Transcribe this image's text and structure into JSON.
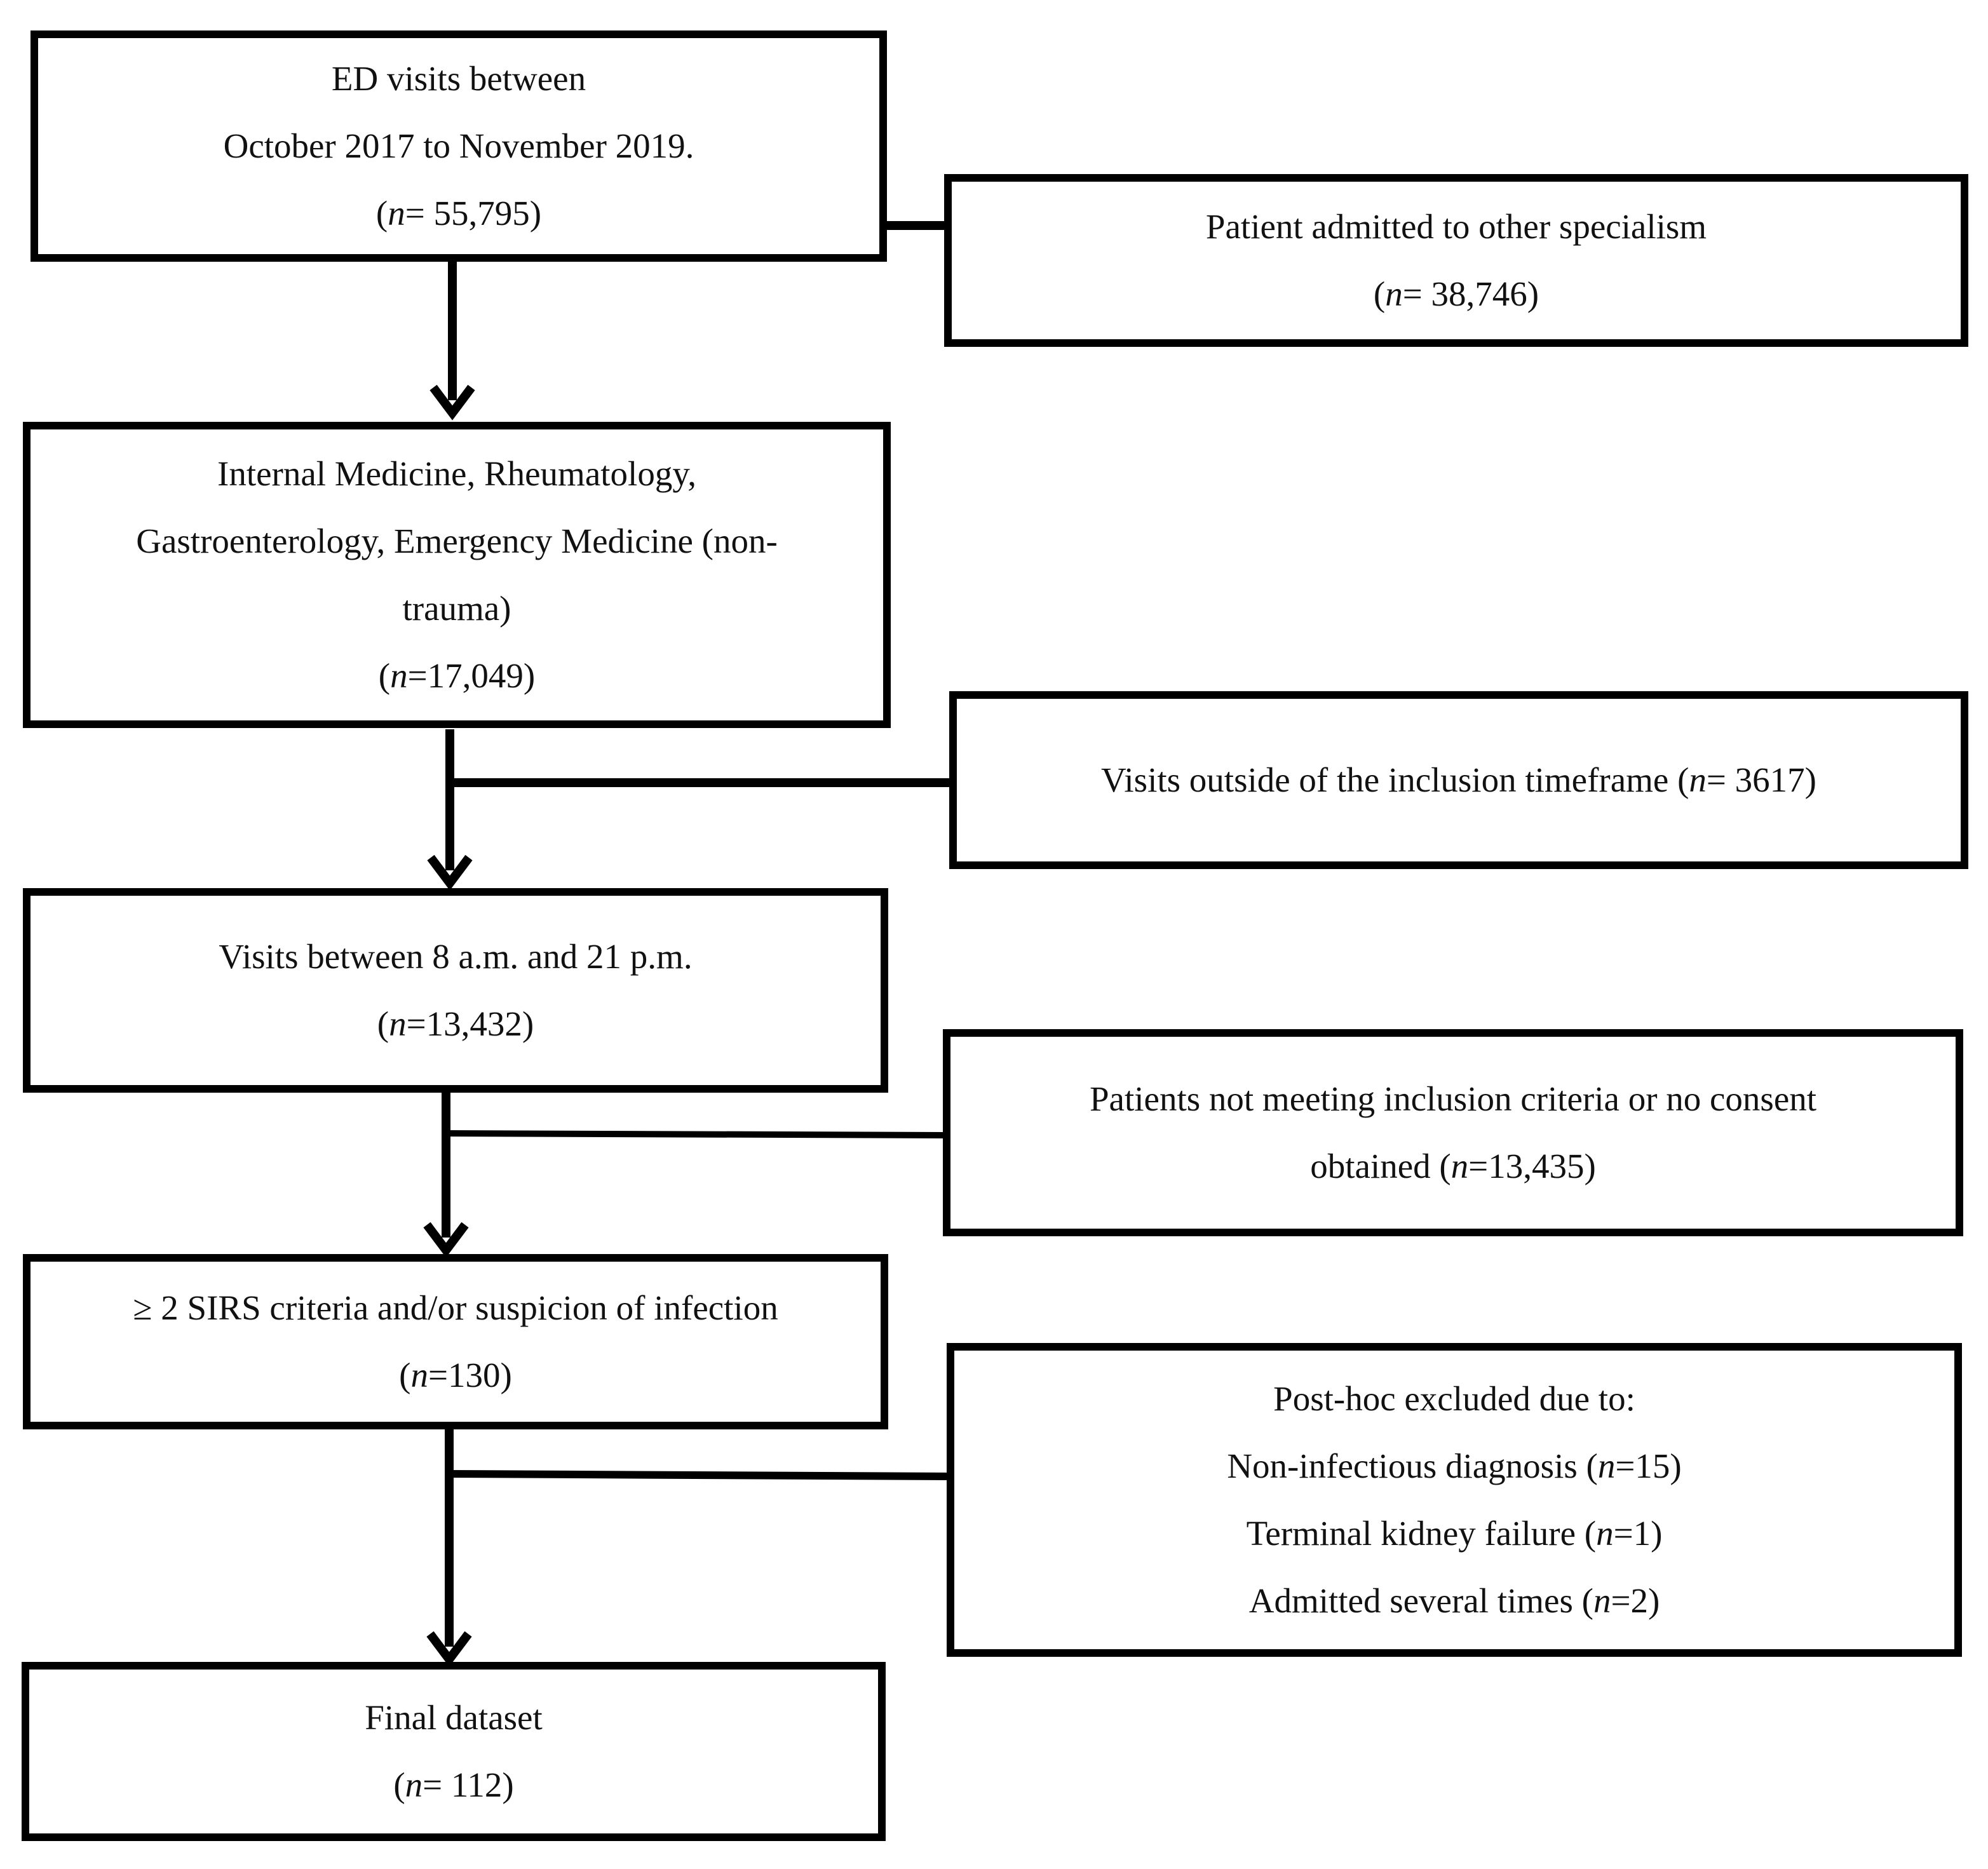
{
  "flow": {
    "box1": {
      "line1": "ED visits between",
      "line2": "October 2017 to November 2019.",
      "n_prefix": "(",
      "n_letter": "n",
      "n_rest": "= 55,795)"
    },
    "box2": {
      "line1": "Internal Medicine, Rheumatology,",
      "line2": "Gastroenterology, Emergency Medicine (non-",
      "line3": "trauma)",
      "n_prefix": "(",
      "n_letter": "n",
      "n_rest": "=17,049)"
    },
    "box3": {
      "line1": "Visits between 8 a.m. and 21 p.m.",
      "n_prefix": "(",
      "n_letter": "n",
      "n_rest": "=13,432)"
    },
    "box4": {
      "line1": "≥ 2 SIRS criteria and/or suspicion of infection",
      "n_prefix": "(",
      "n_letter": "n",
      "n_rest": "=130)"
    },
    "box5": {
      "line1": "Final dataset",
      "n_prefix": "(",
      "n_letter": "n",
      "n_rest": "= 112)"
    }
  },
  "exclusions": {
    "ex1": {
      "line1": "Patient admitted to other specialism",
      "n_prefix": "(",
      "n_letter": "n",
      "n_rest": "= 38,746)"
    },
    "ex2": {
      "line1_text": "Visits outside of the inclusion timeframe (",
      "n_letter": "n",
      "n_rest": "= 3617)"
    },
    "ex3": {
      "line1": "Patients not meeting inclusion criteria or no consent",
      "line2_text": "obtained (",
      "n_letter": "n",
      "n_rest": "=13,435)"
    },
    "ex4": {
      "title": "Post-hoc excluded due to:",
      "items": [
        {
          "text": "Non-infectious diagnosis (",
          "n_letter": "n",
          "n_rest": "=15)"
        },
        {
          "text": "Terminal kidney failure (",
          "n_letter": "n",
          "n_rest": "=1)"
        },
        {
          "text": "Admitted several times (",
          "n_letter": "n",
          "n_rest": "=2)"
        }
      ]
    }
  }
}
